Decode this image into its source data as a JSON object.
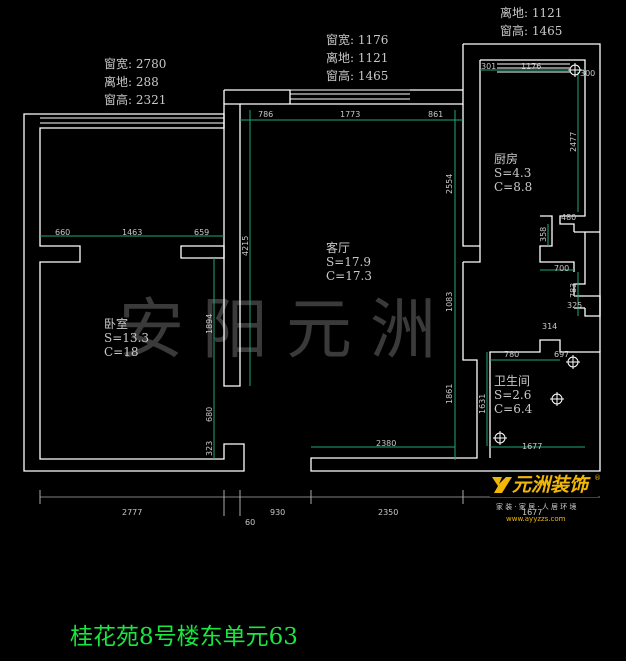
{
  "watermark": "安阳元洲",
  "title": "桂花苑8号楼东单元63",
  "brand": {
    "name": "元洲装饰",
    "trademark": "®",
    "slogan": "家 装 · 家 居 · 人 居 环 境",
    "url": "www.ayyzzs.com",
    "logo_color": "#f2b705"
  },
  "colors": {
    "wall": "#ffffff",
    "dimension": "#1fa87a",
    "title": "#19e640",
    "watermark": "#3a3a3a"
  },
  "windows": {
    "top_right": {
      "width_partial": "",
      "sill_label": "离地",
      "sill": "1121",
      "height_label": "窗高",
      "height": "1465"
    },
    "middle": {
      "width_label": "窗宽",
      "width": "1176",
      "sill_label": "离地",
      "sill": "1121",
      "height_label": "窗高",
      "height": "1465"
    },
    "left": {
      "width_label": "窗宽",
      "width": "2780",
      "sill_label": "离地",
      "sill": "288",
      "height_label": "窗高",
      "height": "2321"
    }
  },
  "rooms": [
    {
      "name": "客厅",
      "area": "S=17.9",
      "perimeter": "C=17.3"
    },
    {
      "name": "厨房",
      "area": "S=4.3",
      "perimeter": "C=8.8"
    },
    {
      "name": "卧室",
      "area": "S=13.3",
      "perimeter": "C=18"
    },
    {
      "name": "卫生间",
      "area": "S=2.6",
      "perimeter": "C=6.4"
    }
  ],
  "dimensions": {
    "d786": "786",
    "d1773": "1773",
    "d861": "861",
    "d301": "301",
    "d1176": "1176",
    "d300": "300",
    "d2477": "2477",
    "d2554": "2554",
    "d480": "480",
    "d358": "358",
    "d700": "700",
    "d783": "783",
    "d325": "325",
    "d314": "314",
    "d660": "660",
    "d1463": "1463",
    "d659": "659",
    "d4215": "4215",
    "d1894": "1894",
    "d680": "680",
    "d323": "323",
    "d1083": "1083",
    "d1861": "1861",
    "d780": "780",
    "d697": "697",
    "d1631": "1631",
    "d2380": "2380",
    "d1677": "1677",
    "d2777": "2777",
    "d60": "60",
    "d930": "930",
    "d2350": "2350",
    "d1677b": "1677"
  }
}
